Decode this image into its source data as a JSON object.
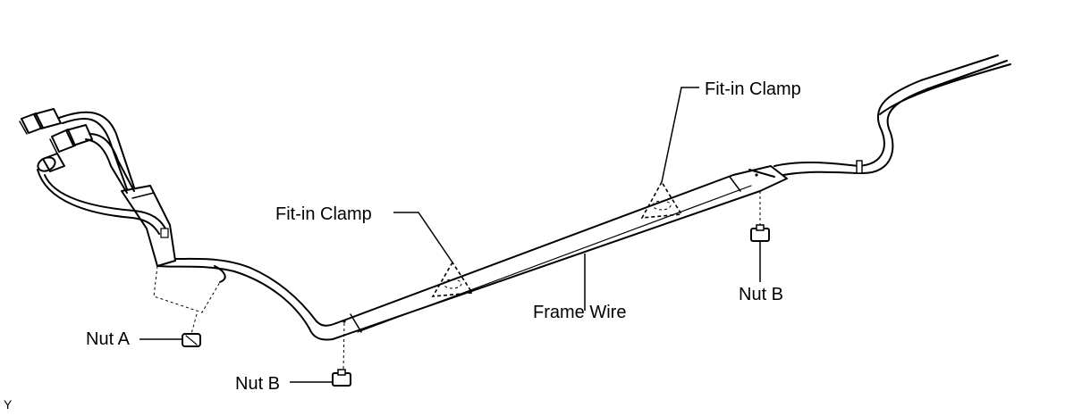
{
  "labels": {
    "fit_in_clamp_upper": "Fit-in Clamp",
    "fit_in_clamp_lower": "Fit-in Clamp",
    "frame_wire": "Frame Wire",
    "nut_a": "Nut A",
    "nut_b_left": "Nut B",
    "nut_b_right": "Nut B",
    "figure_code": "Y"
  }
}
